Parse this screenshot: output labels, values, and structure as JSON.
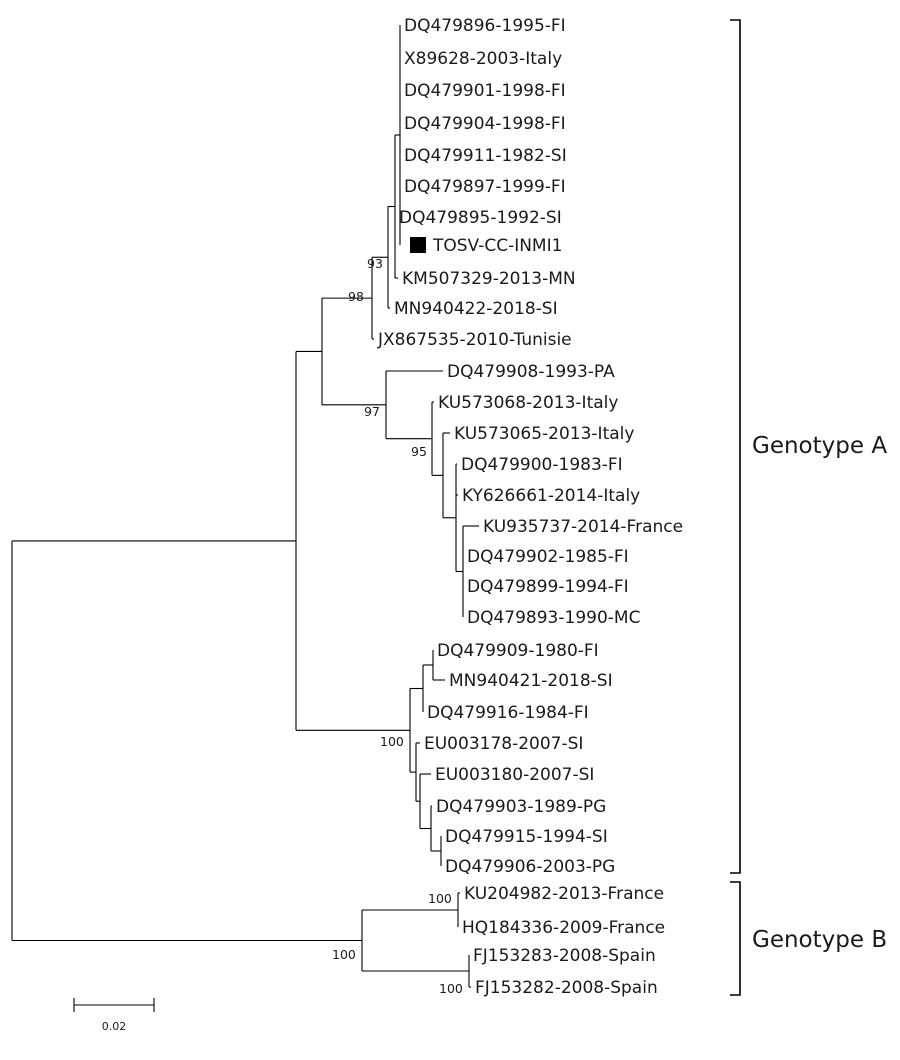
{
  "tree": {
    "leaves": [
      {
        "id": "L1",
        "label": "DQ479896-1995-FI"
      },
      {
        "id": "L2",
        "label": "X89628-2003-Italy"
      },
      {
        "id": "L3",
        "label": "DQ479901-1998-FI"
      },
      {
        "id": "L4",
        "label": "DQ479904-1998-FI"
      },
      {
        "id": "L5",
        "label": "DQ479911-1982-SI"
      },
      {
        "id": "L6",
        "label": "DQ479897-1999-FI"
      },
      {
        "id": "L7",
        "label": "DQ479895-1992-SI"
      },
      {
        "id": "L8",
        "label": "TOSV-CC-INMI1",
        "marker": "filled-square"
      },
      {
        "id": "L9",
        "label": "KM507329-2013-MN"
      },
      {
        "id": "L10",
        "label": "MN940422-2018-SI"
      },
      {
        "id": "L11",
        "label": "JX867535-2010-Tunisie"
      },
      {
        "id": "L12",
        "label": "DQ479908-1993-PA"
      },
      {
        "id": "L13",
        "label": "KU573068-2013-Italy"
      },
      {
        "id": "L14",
        "label": "KU573065-2013-Italy"
      },
      {
        "id": "L15",
        "label": "DQ479900-1983-FI"
      },
      {
        "id": "L16",
        "label": "KY626661-2014-Italy"
      },
      {
        "id": "L17",
        "label": "KU935737-2014-France"
      },
      {
        "id": "L18",
        "label": "DQ479902-1985-FI"
      },
      {
        "id": "L19",
        "label": "DQ479899-1994-FI"
      },
      {
        "id": "L20",
        "label": "DQ479893-1990-MC"
      },
      {
        "id": "L21",
        "label": "DQ479909-1980-FI"
      },
      {
        "id": "L22",
        "label": "MN940421-2018-SI"
      },
      {
        "id": "L23",
        "label": "DQ479916-1984-FI"
      },
      {
        "id": "L24",
        "label": "EU003178-2007-SI"
      },
      {
        "id": "L25",
        "label": "EU003180-2007-SI"
      },
      {
        "id": "L26",
        "label": "DQ479903-1989-PG"
      },
      {
        "id": "L27",
        "label": "DQ479915-1994-SI"
      },
      {
        "id": "L28",
        "label": "DQ479906-2003-PG"
      },
      {
        "id": "L29",
        "label": "KU204982-2013-France"
      },
      {
        "id": "L30",
        "label": "HQ184336-2009-France"
      },
      {
        "id": "L31",
        "label": "FJ153283-2008-Spain"
      },
      {
        "id": "L32",
        "label": "FJ153282-2008-Spain"
      }
    ],
    "support_values": [
      {
        "node": "N93",
        "value": "93"
      },
      {
        "node": "N98",
        "value": "98"
      },
      {
        "node": "N97",
        "value": "97"
      },
      {
        "node": "N95",
        "value": "95"
      },
      {
        "node": "N100a",
        "value": "100"
      },
      {
        "node": "N100b",
        "value": "100"
      },
      {
        "node": "N100c",
        "value": "100"
      },
      {
        "node": "N100d",
        "value": "100"
      }
    ],
    "genotype_groups": [
      {
        "label": "Genotype A",
        "first_leaf": "L1",
        "last_leaf": "L28"
      },
      {
        "label": "Genotype B",
        "first_leaf": "L29",
        "last_leaf": "L32"
      }
    ],
    "scale_bar": {
      "value": 0.02,
      "label": "0.02"
    }
  }
}
